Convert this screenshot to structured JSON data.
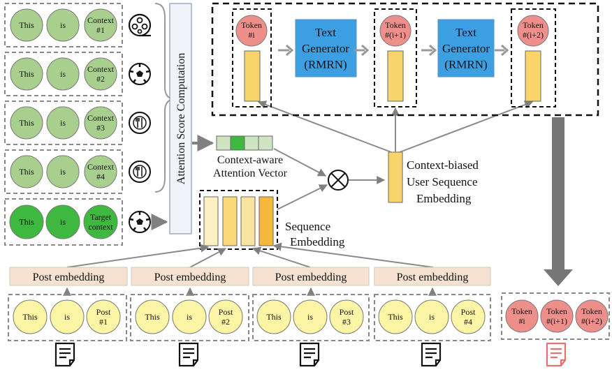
{
  "context_rows": [
    {
      "word1": "This",
      "word2": "is",
      "ctx_line1": "Context",
      "ctx_line2": "#1",
      "icon": "film-reel-icon"
    },
    {
      "word1": "This",
      "word2": "is",
      "ctx_line1": "Context",
      "ctx_line2": "#2",
      "icon": "soccer-ball-icon"
    },
    {
      "word1": "This",
      "word2": "is",
      "ctx_line1": "Context",
      "ctx_line2": "#3",
      "icon": "plate-cutlery-icon"
    },
    {
      "word1": "This",
      "word2": "is",
      "ctx_line1": "Context",
      "ctx_line2": "#4",
      "icon": "plate-cutlery-icon"
    }
  ],
  "target_row": {
    "word1": "This",
    "word2": "is",
    "ctx_line1": "Target",
    "ctx_line2": "context",
    "icon": "soccer-ball-icon"
  },
  "attention_score_label": "Attention Score Computation",
  "attention_vector_label": [
    "Context-aware",
    "Attention Vector"
  ],
  "sequence_embedding_label": [
    "Sequence",
    "Embedding"
  ],
  "context_biased_label": [
    "Context-biased",
    "User Sequence",
    "Embedding"
  ],
  "generator": {
    "tokens": [
      {
        "line1": "Token",
        "line2": "#i"
      },
      {
        "line1": "Token",
        "line2": "#(i+1)"
      },
      {
        "line1": "Token",
        "line2": "#(i+2)"
      }
    ],
    "text_generator": [
      "Text",
      "Generator",
      "(RMRN)"
    ]
  },
  "posts": [
    {
      "label": "Post embedding",
      "word1": "This",
      "word2": "is",
      "post_line1": "Post",
      "post_line2": "#1"
    },
    {
      "label": "Post embedding",
      "word1": "This",
      "word2": "is",
      "post_line1": "Post",
      "post_line2": "#2"
    },
    {
      "label": "Post embedding",
      "word1": "This",
      "word2": "is",
      "post_line1": "Post",
      "post_line2": "#3"
    },
    {
      "label": "Post embedding",
      "word1": "This",
      "word2": "is",
      "post_line1": "Post",
      "post_line2": "#4"
    }
  ],
  "output_tokens": [
    {
      "line1": "Token",
      "line2": "#i"
    },
    {
      "line1": "Token",
      "line2": "#(i+1)"
    },
    {
      "line1": "Token",
      "line2": "#(i+2)"
    }
  ],
  "operator_symbol": "⊗",
  "colors": {
    "context_green": "#a9cf8e",
    "target_green": "#3fb83f",
    "post_yellow": "#fdf5a6",
    "token_red": "#ef8f8c",
    "generator_blue": "#3b9fe2",
    "embedding_yellow": "#f9d46b",
    "post_label_bg": "#f7e2d2",
    "dash_gray": "#777777",
    "arrow_gray": "#7f7f7f",
    "doc_red": "#e87070"
  }
}
